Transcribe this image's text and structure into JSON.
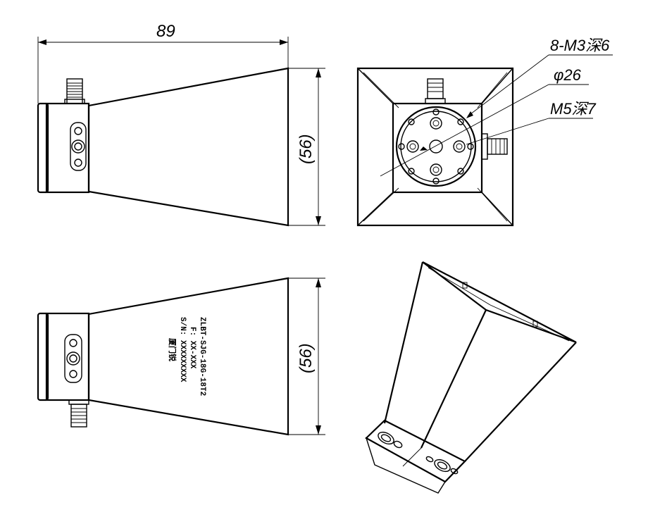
{
  "dimensions": {
    "overall_length": "89",
    "aperture_height_side": "(56)",
    "aperture_height_bottom": "(56)"
  },
  "callouts": {
    "threaded_holes": "8-M3深6",
    "diameter": "φ26",
    "m5_hole": "M5深7"
  },
  "nameplate": {
    "model": "ZLBT-SJG-18G-18T2",
    "frequency": "F: XX-XXX",
    "serial": "S/N: XXXXXXXXX",
    "brand": "厦门锐"
  }
}
